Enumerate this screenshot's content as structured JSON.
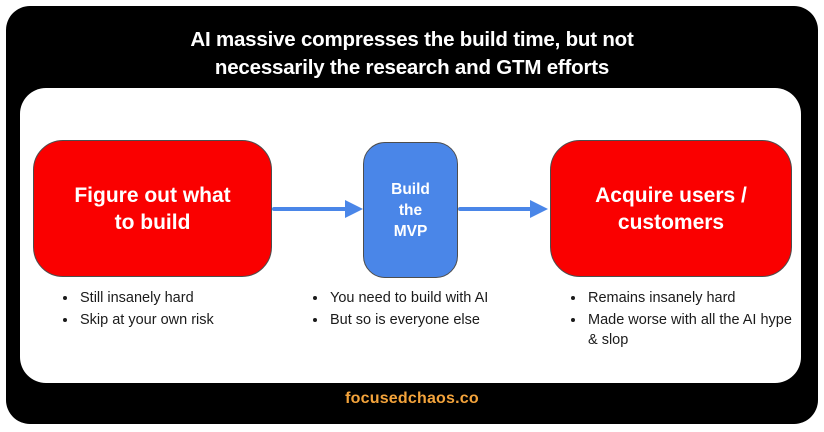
{
  "title": {
    "line1": "AI massive compresses the build time, but not",
    "line2": "necessarily the research and GTM efforts"
  },
  "steps": [
    {
      "name": "figure-out-what-to-build",
      "label_lines": [
        "Figure out what",
        "to build"
      ],
      "fill": "#FA0000",
      "text_color": "#FFFFFF",
      "notes": [
        "Still insanely hard",
        "Skip at your own risk"
      ]
    },
    {
      "name": "build-the-mvp",
      "label_lines": [
        "Build",
        "the",
        "MVP"
      ],
      "fill": "#4A86E8",
      "text_color": "#FFFFFF",
      "notes": [
        "You need to build with AI",
        "But so is everyone else"
      ]
    },
    {
      "name": "acquire-users-customers",
      "label_lines": [
        "Acquire users /",
        "customers"
      ],
      "fill": "#FA0000",
      "text_color": "#FFFFFF",
      "notes": [
        "Remains insanely hard",
        "Made worse with all the AI hype & slop"
      ]
    }
  ],
  "arrows": {
    "color": "#4A86E8",
    "direction": "left-to-right"
  },
  "footer": {
    "site": "focusedchaos.co",
    "color": "#F3A33B"
  },
  "colors": {
    "card_background": "#000000",
    "panel_background": "#FFFFFF",
    "step_red": "#FA0000",
    "step_blue": "#4A86E8",
    "note_text": "#1B1B1B",
    "title_text": "#FFFFFF"
  }
}
